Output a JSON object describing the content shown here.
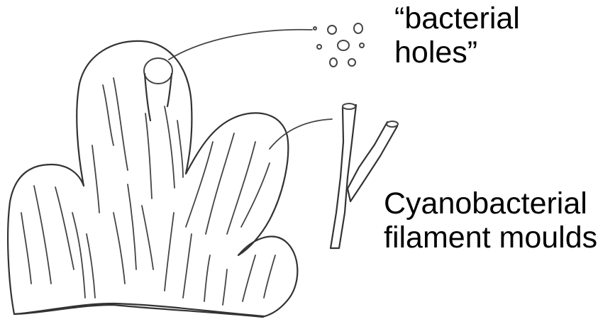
{
  "labels": {
    "bacterial_holes": {
      "line1": "“bacterial",
      "line2": "holes”"
    },
    "cyanobacterial": {
      "line1": "Cyanobacterial",
      "line2": "filament moulds"
    }
  },
  "colors": {
    "ink": "#333333",
    "text": "#000000",
    "background": "#ffffff"
  }
}
